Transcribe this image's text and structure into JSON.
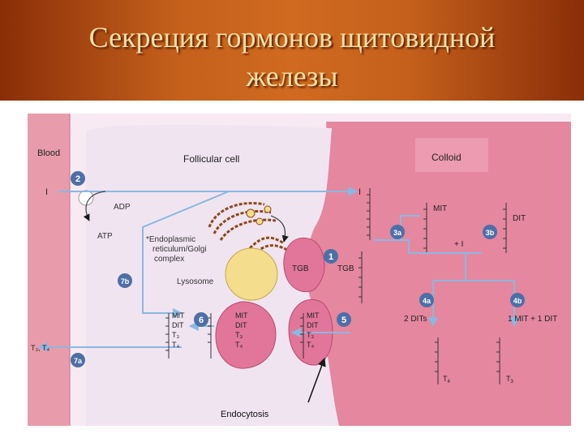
{
  "slide": {
    "title_line1": "Секреция гормонов щитовидной",
    "title_line2": "железы"
  },
  "colors": {
    "header_dark": "#8a2e08",
    "header_light": "#d06a20",
    "title_text": "#f3e2a6",
    "blood": "#e89cab",
    "follicular_cell": "#f1e4f1",
    "colloid": "#e5879f",
    "vesicle": "#e1769a",
    "lysosome": "#f4dd8c",
    "arrow": "#8ab8e0",
    "step_badge": "#4e6fa6"
  },
  "diagram": {
    "labels": {
      "blood": "Blood",
      "follicular_cell": "Follicular cell",
      "colloid": "Colloid",
      "iodide_blood": "I",
      "iodide_colloid": "I",
      "adp": "ADP",
      "atp": "ATP",
      "er_line1": "*Endoplasmic",
      "er_line2": "reticulum/Golgi",
      "er_line3": "complex",
      "lysosome": "Lysosome",
      "tgb_cell": "TGB",
      "tgb_colloid": "TGB",
      "mit_3a": "MIT",
      "dit_3b": "DIT",
      "plus_i": "+ I",
      "two_dits": "2 DITs",
      "mit_dit": "1 MIT + 1 DIT",
      "t4": "T",
      "t4_sub": "4",
      "t3": "T",
      "t3_sub": "3",
      "t3t4_out": "T₃, T₄",
      "endocytosis": "Endocytosis",
      "lyso_list": {
        "l1": "MIT",
        "l2": "DIT",
        "l3": "T₃",
        "l4": "T₄"
      },
      "vesicle_list": {
        "l1": "MIT",
        "l2": "DIT",
        "l3": "T₃",
        "l4": "T₄"
      },
      "free_list": {
        "l1": "MIT",
        "l2": "DIT",
        "l3": "T₃",
        "l4": "T₄"
      }
    },
    "steps": {
      "s1": "1",
      "s2": "2",
      "s3a": "3a",
      "s3b": "3b",
      "s4a": "4a",
      "s4b": "4b",
      "s5": "5",
      "s6": "6",
      "s7a": "7a",
      "s7b": "7b"
    }
  }
}
